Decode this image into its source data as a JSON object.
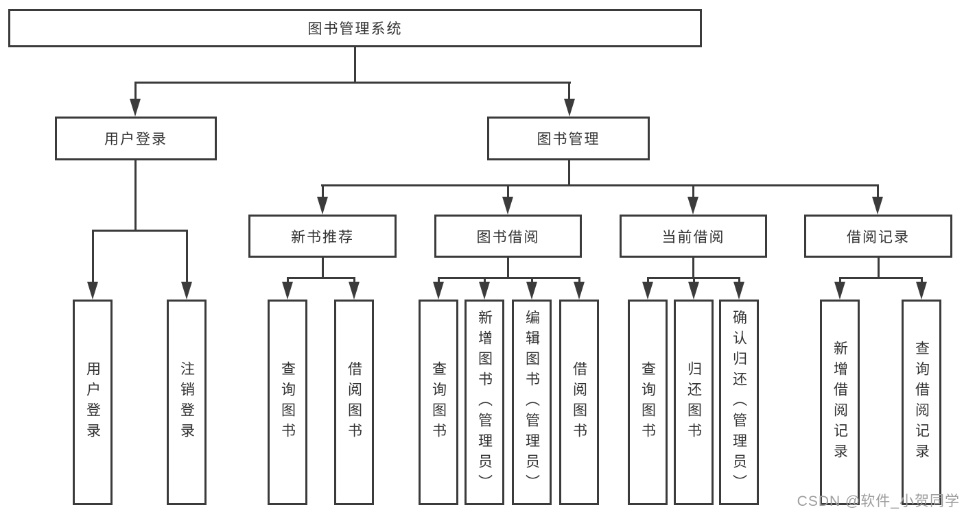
{
  "tree": {
    "label": "图书管理系统",
    "children": [
      {
        "label": "用户登录",
        "children": [
          {
            "label": "用户登录"
          },
          {
            "label": "注销登录"
          }
        ]
      },
      {
        "label": "图书管理",
        "children": [
          {
            "label": "新书推荐",
            "children": [
              {
                "label": "查询图书"
              },
              {
                "label": "借阅图书"
              }
            ]
          },
          {
            "label": "图书借阅",
            "children": [
              {
                "label": "查询图书"
              },
              {
                "label": "新增图书（管理员）"
              },
              {
                "label": "编辑图书（管理员）"
              },
              {
                "label": "借阅图书"
              }
            ]
          },
          {
            "label": "当前借阅",
            "children": [
              {
                "label": "查询图书"
              },
              {
                "label": "归还图书"
              },
              {
                "label": "确认归还（管理员）"
              }
            ]
          },
          {
            "label": "借阅记录",
            "children": [
              {
                "label": "新增借阅记录"
              },
              {
                "label": "查询借阅记录"
              }
            ]
          }
        ]
      }
    ]
  },
  "watermark": {
    "text": "CSDN @软件_小贺同学"
  },
  "colors": {
    "line": "#3b3b3b",
    "text": "#333333",
    "background": "#ffffff",
    "watermark": "#9e9e9e"
  }
}
